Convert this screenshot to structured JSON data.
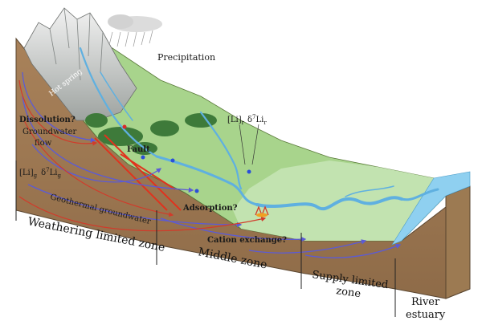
{
  "labels": {
    "precipitation": "Precipitation",
    "dissolution": "Dissolution?",
    "groundwater_flow_1": "Groundwater",
    "groundwater_flow_2": "flow",
    "fault": "Fault",
    "li_river": "[Li]",
    "li_river_sub": "r",
    "d7li_river": "δ",
    "d7li_river_sup": "7",
    "d7li_river_tail": "Li",
    "d7li_river_sub": "r",
    "li_ground": "[Li]",
    "li_ground_sub": "g",
    "d7li_ground": "δ",
    "d7li_ground_sup": "7",
    "d7li_ground_tail": "Li",
    "d7li_ground_sub": "g",
    "geothermal": "Geothermal groundwater",
    "adsorption": "Adsorption?",
    "cation_exchange": "Cation exchange?",
    "hot_spring": "Hot spring"
  },
  "zones": {
    "weathering": "Weathering limited zone",
    "middle": "Middle zone",
    "supply_1": "Supply limited",
    "supply_2": "zone",
    "estuary_1": "River",
    "estuary_2": "estuary"
  },
  "colors": {
    "soil_front": "#b08a5c",
    "soil_dark": "#8a6a45",
    "vegetation": "#8cc06a",
    "vegetation_dark": "#4f8f46",
    "floodplain": "#b6dba4",
    "river": "#6fb6e0",
    "sea": "#79c3ea",
    "mountain": "#c9c9c9",
    "groundwater_arrow": "#5b5bd6",
    "geothermal_arrow": "#d13b2b",
    "fault_line": "#e0331e"
  }
}
